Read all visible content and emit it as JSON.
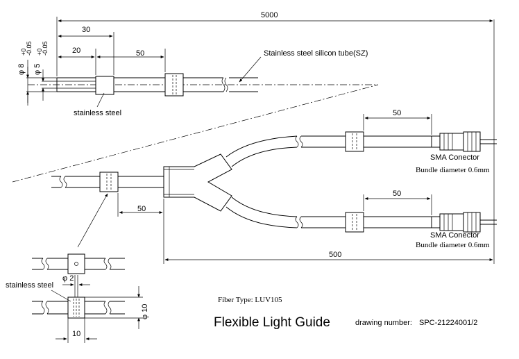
{
  "dimensions": {
    "total_length": "5000",
    "top_30": "30",
    "top_20": "20",
    "top_50": "50",
    "right_top_50": "50",
    "right_bottom_50": "50",
    "split_50": "50",
    "branch_500": "500",
    "phi2": "φ 2",
    "phi10": "φ 10",
    "len10": "10",
    "dia8": "φ 8",
    "dia8_tol_plus": "+0",
    "dia8_tol_minus": "-0.05",
    "dia5": "φ 5",
    "dia5_tol_plus": "+0",
    "dia5_tol_minus": "-0.05"
  },
  "labels": {
    "tube_material": "Stainless steel silicon tube(SZ)",
    "stainless_steel_top": "stainless steel",
    "stainless_steel_detail": "stainless steel",
    "connector_top": "SMA Conector",
    "bundle_top": "Bundle diameter 0.6mm",
    "connector_bottom": "SMA Conector",
    "bundle_bottom": "Bundle diameter 0.6mm"
  },
  "title_block": {
    "fiber_type": "Fiber Type:  LUV105",
    "title": "Flexible Light Guide",
    "drawing_number_label": "drawing number:",
    "drawing_number": "SPC-21224001/2"
  }
}
